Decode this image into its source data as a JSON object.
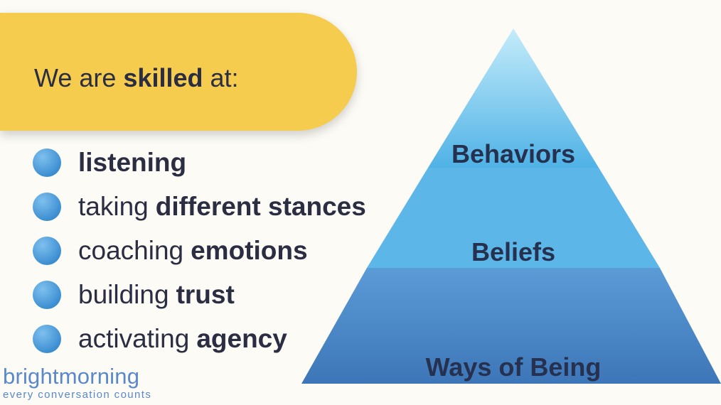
{
  "banner": {
    "prefix": "We are",
    "emphasis": "skilled",
    "suffix": "at:"
  },
  "skills": [
    {
      "plain": "",
      "bold": "listening"
    },
    {
      "plain": "taking",
      "bold": "different stances"
    },
    {
      "plain": "coaching",
      "bold": "emotions"
    },
    {
      "plain": "building",
      "bold": "trust"
    },
    {
      "plain": "activating",
      "bold": "agency"
    }
  ],
  "pyramid": {
    "levels": [
      "Behaviors",
      "Beliefs",
      "Ways of Being"
    ],
    "colors": {
      "top_light": "#c5ecfa",
      "top_dark": "#4fb2e6",
      "middle": "#5cb6e8",
      "bottom_light": "#5b9bd6",
      "bottom_dark": "#3d76b8",
      "label": "#26314f"
    }
  },
  "logo": {
    "word1": "bright",
    "word2": "morning",
    "tagline": "every conversation counts"
  }
}
